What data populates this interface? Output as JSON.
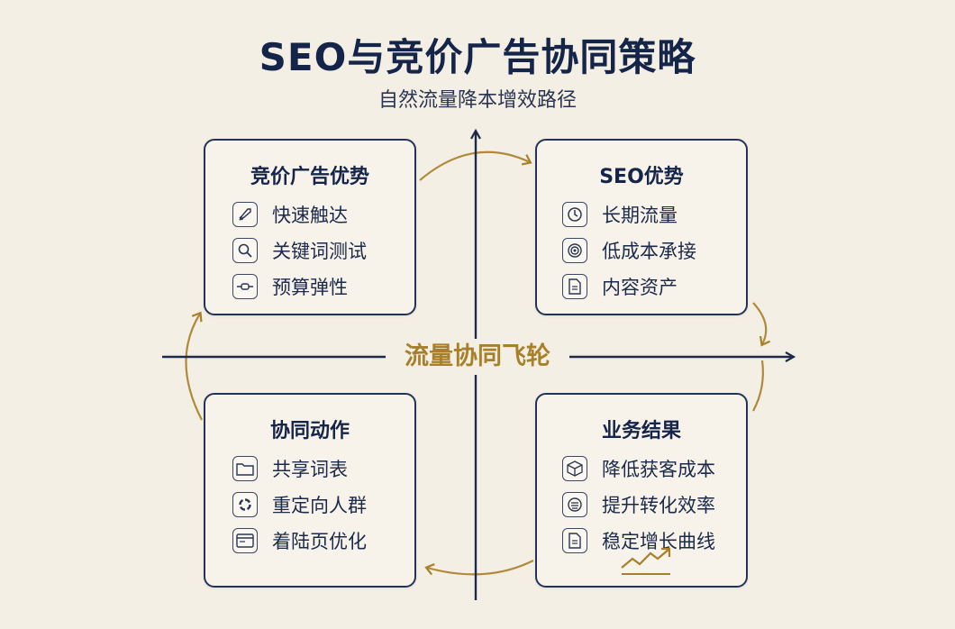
{
  "title": "SEO与竞价广告协同策略",
  "subtitle": "自然流量降本增效路径",
  "center_label": "流量协同飞轮",
  "colors": {
    "navy": "#1b2a4a",
    "gold": "#a8802a",
    "background": "#f4efe4"
  },
  "cards": {
    "top_left": {
      "title": "竞价广告优势",
      "items": [
        {
          "icon": "rocket-icon",
          "label": "快速触达"
        },
        {
          "icon": "search-icon",
          "label": "关键词测试"
        },
        {
          "icon": "slider-icon",
          "label": "预算弹性"
        }
      ]
    },
    "top_right": {
      "title": "SEO优势",
      "items": [
        {
          "icon": "clock-icon",
          "label": "长期流量"
        },
        {
          "icon": "target-icon",
          "label": "低成本承接"
        },
        {
          "icon": "document-icon",
          "label": "内容资产"
        }
      ]
    },
    "bottom_left": {
      "title": "协同动作",
      "items": [
        {
          "icon": "folder-icon",
          "label": "共享词表"
        },
        {
          "icon": "retarget-icon",
          "label": "重定向人群"
        },
        {
          "icon": "browser-icon",
          "label": "着陆页优化"
        }
      ]
    },
    "bottom_right": {
      "title": "业务结果",
      "items": [
        {
          "icon": "cube-icon",
          "label": "降低获客成本"
        },
        {
          "icon": "layers-icon",
          "label": "提升转化效率"
        },
        {
          "icon": "report-icon",
          "label": "稳定增长曲线"
        }
      ]
    }
  }
}
